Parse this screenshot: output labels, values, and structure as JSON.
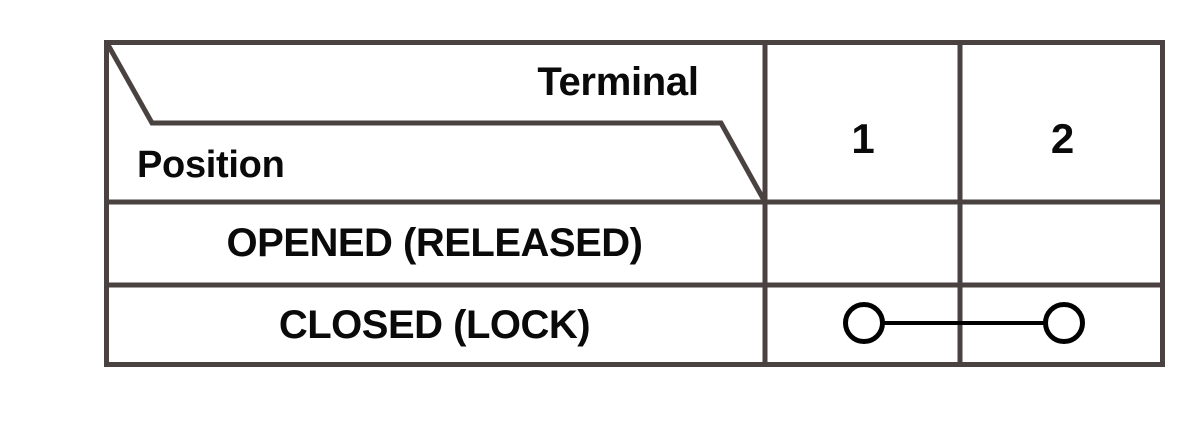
{
  "figure": {
    "kind": "switch-continuity-table",
    "caption": "",
    "line_color": "#4a4240",
    "symbol_color": "#000000",
    "background": "#ffffff"
  },
  "table": {
    "corner_header": {
      "column_axis_label": "Terminal",
      "row_axis_label": "Position",
      "split_style": "double-diagonal"
    },
    "columns": [
      {
        "id": "terminal-1",
        "label": "1"
      },
      {
        "id": "terminal-2",
        "label": "2"
      }
    ],
    "rows": [
      {
        "id": "opened",
        "label": "OPENED (RELEASED)",
        "cells": [
          {
            "column": "terminal-1",
            "symbol": "none"
          },
          {
            "column": "terminal-2",
            "symbol": "none"
          }
        ],
        "continuity": false
      },
      {
        "id": "closed",
        "label": "CLOSED (LOCK)",
        "cells": [
          {
            "column": "terminal-1",
            "symbol": "continuity-terminal-circle"
          },
          {
            "column": "terminal-2",
            "symbol": "continuity-terminal-circle"
          }
        ],
        "continuity": true,
        "continuity_between": [
          "terminal-1",
          "terminal-2"
        ]
      }
    ]
  }
}
